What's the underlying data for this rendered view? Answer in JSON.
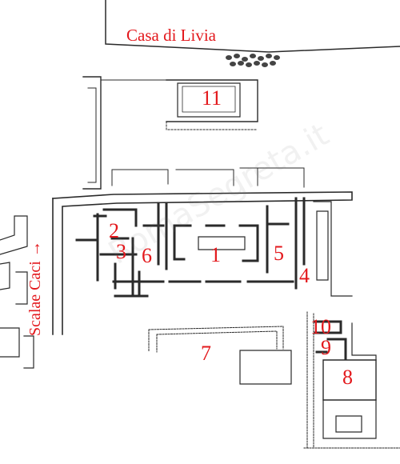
{
  "map": {
    "labels": {
      "casa_di_livia": "Casa di Livia",
      "scalae_caci": "Scalae Caci →"
    },
    "rooms": [
      "1",
      "2",
      "3",
      "4",
      "5",
      "6",
      "7",
      "8",
      "9",
      "10",
      "11"
    ],
    "watermark": "RomaSegreta.it"
  },
  "colors": {
    "label": "#e3181c",
    "wall": "#2a2a2a",
    "background": "#ffffff"
  }
}
